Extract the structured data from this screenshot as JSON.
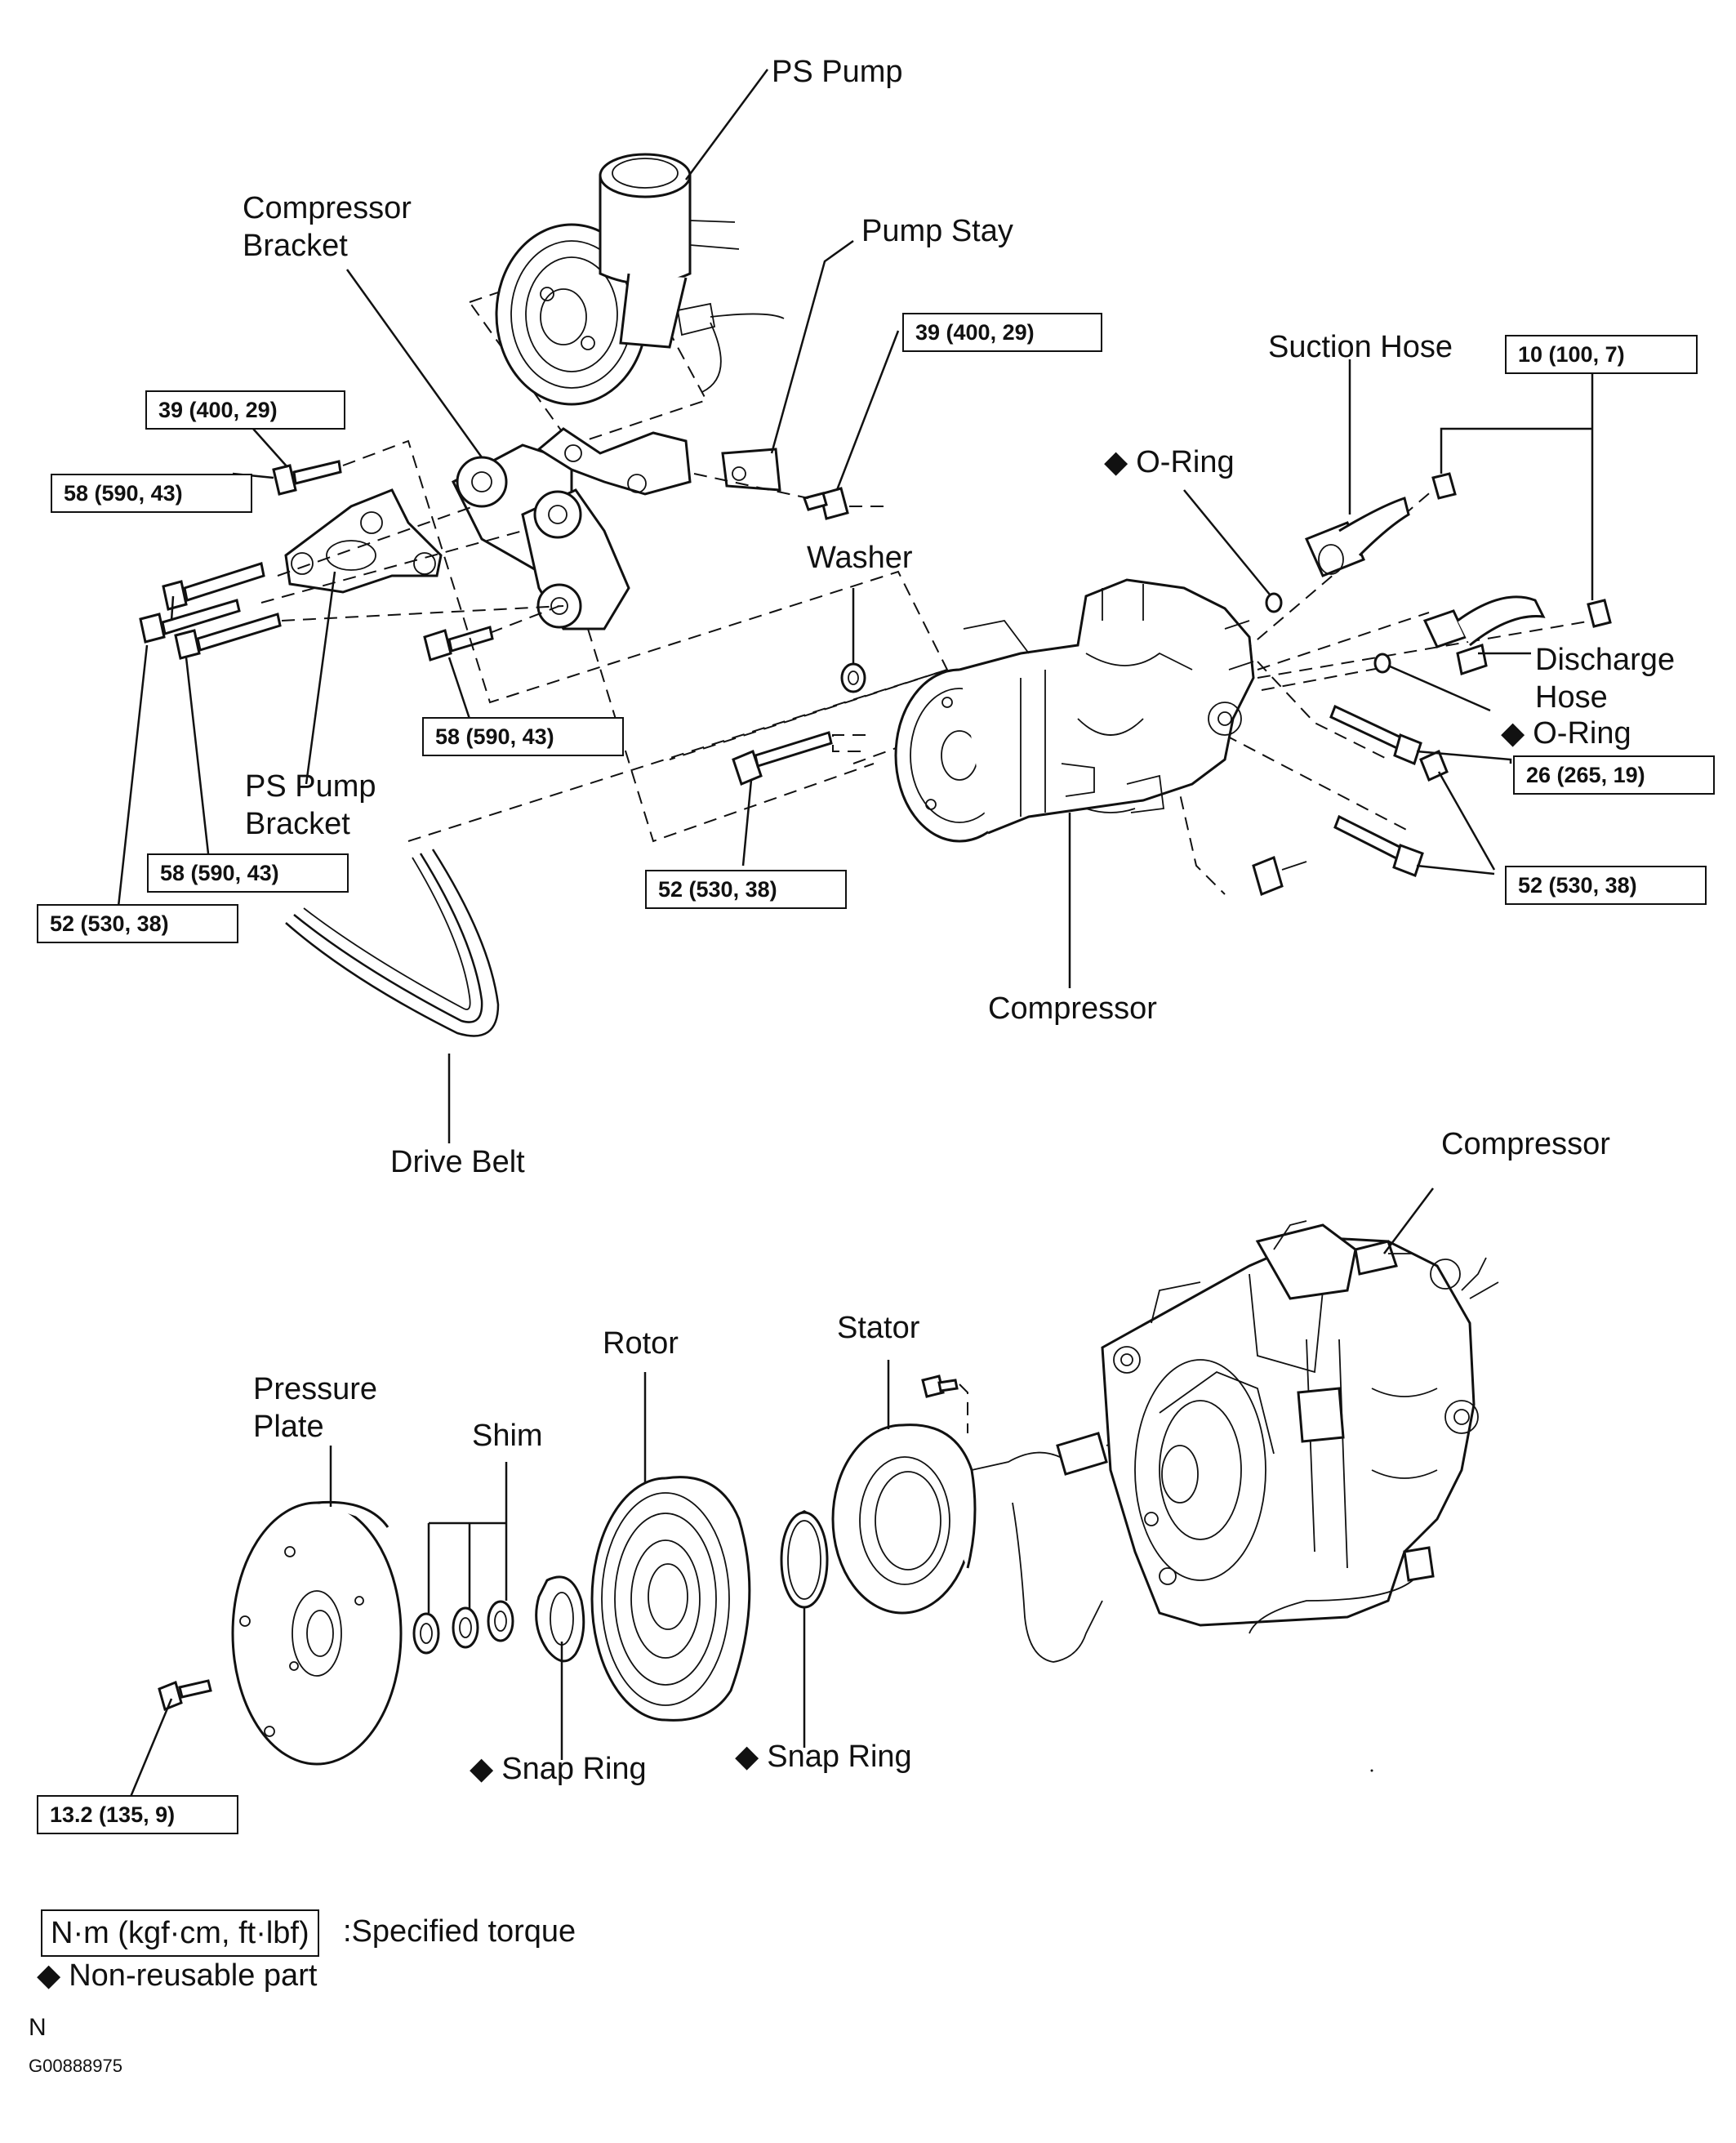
{
  "labels": {
    "ps_pump": "PS Pump",
    "compressor_bracket": "Compressor\nBracket",
    "pump_stay": "Pump Stay",
    "suction_hose": "Suction Hose",
    "o_ring_upper": "O-Ring",
    "washer": "Washer",
    "discharge_hose": "Discharge\nHose",
    "o_ring_lower": "O-Ring",
    "ps_pump_bracket": "PS Pump\nBracket",
    "compressor_top": "Compressor",
    "drive_belt": "Drive Belt",
    "compressor_bottom": "Compressor",
    "rotor": "Rotor",
    "stator": "Stator",
    "pressure_plate": "Pressure\nPlate",
    "shim": "Shim",
    "snap_ring_left": "Snap Ring",
    "snap_ring_right": "Snap Ring"
  },
  "torques": {
    "t39_left": "39 (400, 29)",
    "t39_right": "39 (400, 29)",
    "t10": "10 (100, 7)",
    "t58_upper": "58 (590, 43)",
    "t58_center": "58 (590, 43)",
    "t58_lower": "58 (590, 43)",
    "t52_left": "52 (530, 38)",
    "t52_center": "52 (530, 38)",
    "t52_right": "52 (530, 38)",
    "t26": "26 (265, 19)",
    "t13": "13.2 (135, 9)"
  },
  "legend": {
    "torque_unit": "N·m (kgf·cm, ft·lbf)",
    "torque_desc": ":Specified torque",
    "nonreusable_desc": "Non-reusable part",
    "diamond": "◆"
  },
  "footer": {
    "orientation": "N",
    "figure_code": "G00888975"
  }
}
